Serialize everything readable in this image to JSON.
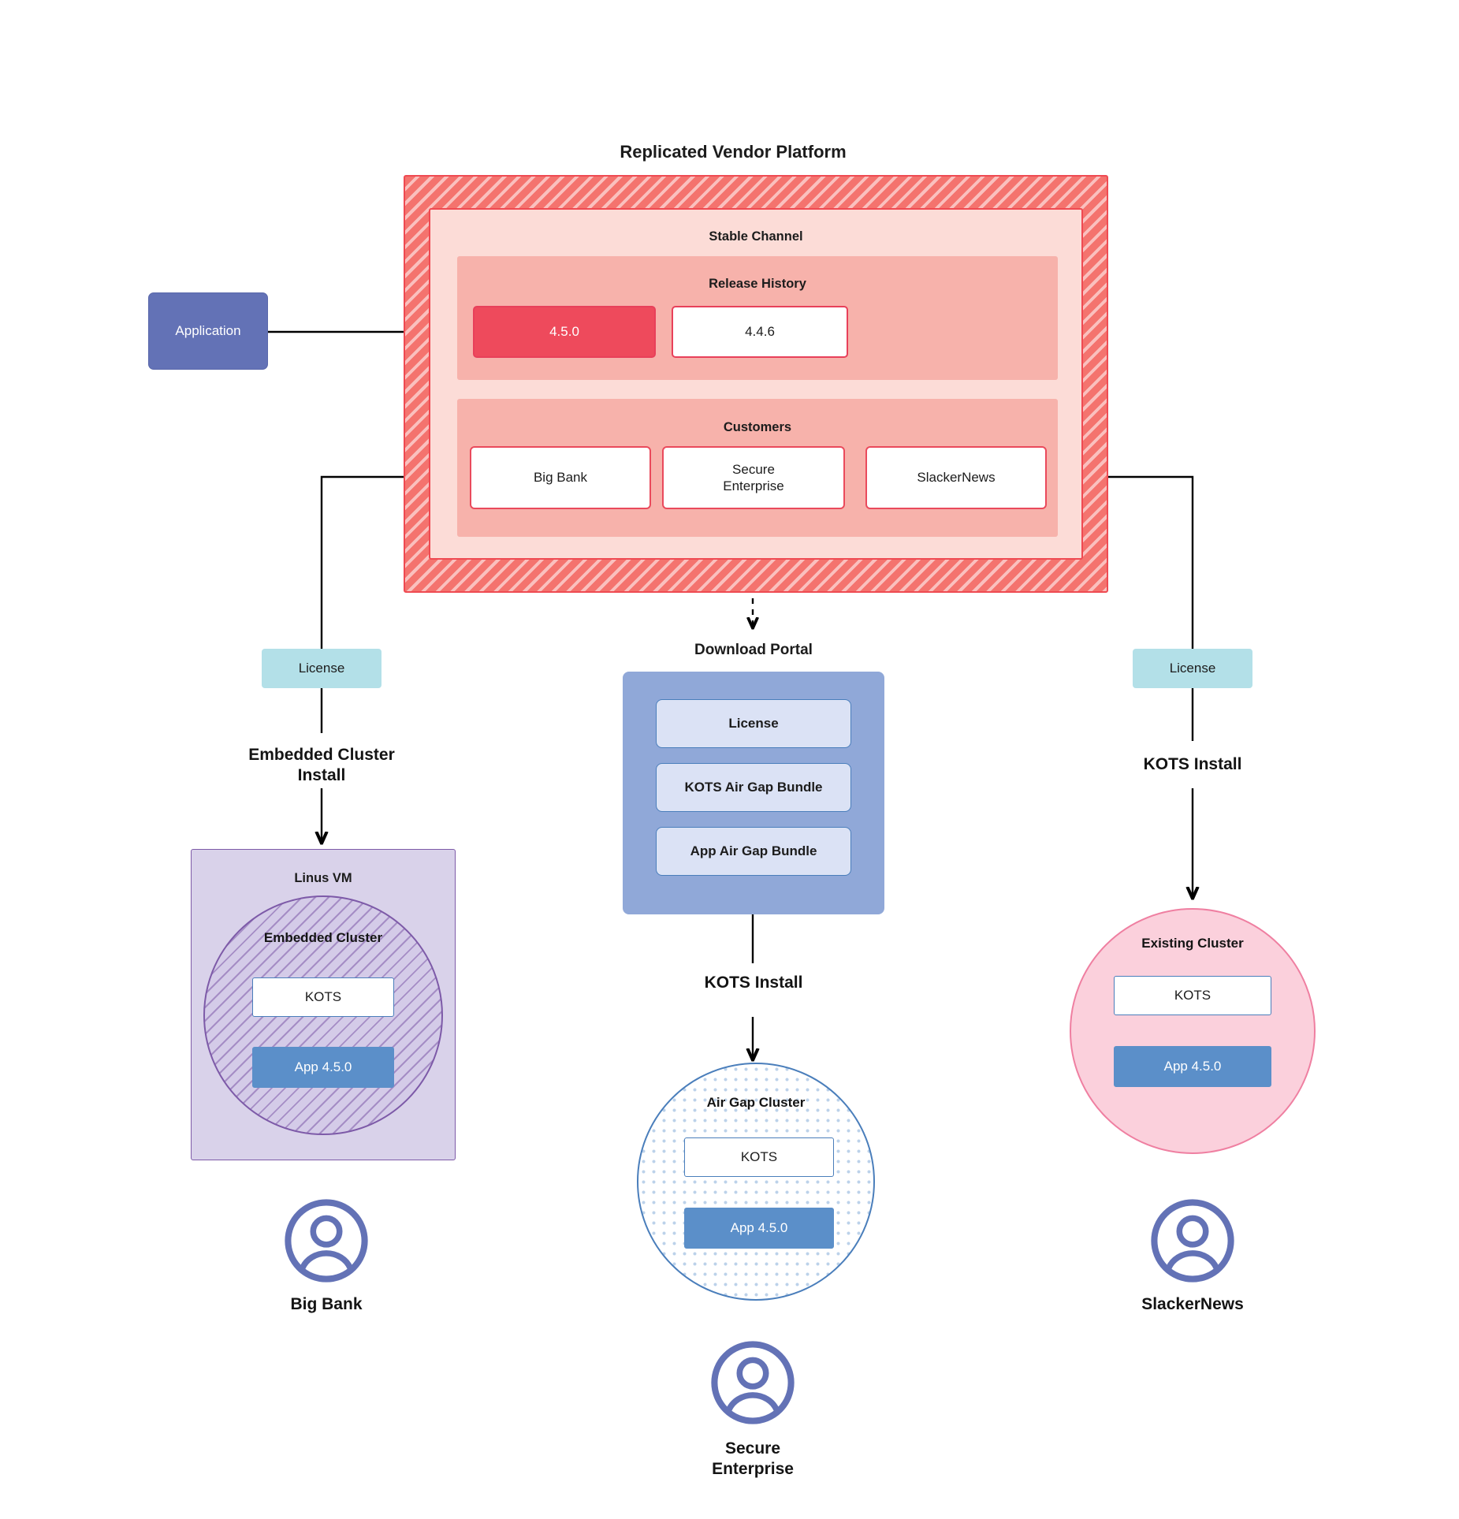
{
  "diagram": {
    "title": "Replicated Vendor Platform",
    "accent_red": "#ef4a52",
    "accent_blue": "#5b8fc9",
    "accent_purple": "#6372b6",
    "accent_teal": "#b3e0e8"
  },
  "application": {
    "label": "Application"
  },
  "platform": {
    "channel_title": "Stable Channel",
    "release_history": {
      "title": "Release History",
      "releases": [
        {
          "version": "4.5.0",
          "state": "current"
        },
        {
          "version": "4.4.6",
          "state": "previous"
        }
      ]
    },
    "customers": {
      "title": "Customers",
      "items": [
        {
          "name": "Big Bank"
        },
        {
          "name": "Secure\nEnterprise"
        },
        {
          "name": "SlackerNews"
        }
      ]
    }
  },
  "left_branch": {
    "license_label": "License",
    "install_label": "Embedded Cluster\nInstall",
    "vm_title": "Linus VM",
    "cluster_title": "Embedded Cluster",
    "kots_label": "KOTS",
    "app_label": "App 4.5.0",
    "customer_label": "Big Bank",
    "avatar_icon": "user-avatar-icon"
  },
  "center_branch": {
    "portal_title": "Download  Portal",
    "portal_items": [
      {
        "label": "License"
      },
      {
        "label": "KOTS Air Gap Bundle"
      },
      {
        "label": "App Air Gap Bundle"
      }
    ],
    "install_label": "KOTS Install",
    "cluster_title": "Air Gap Cluster",
    "kots_label": "KOTS",
    "app_label": "App 4.5.0",
    "customer_label": "Secure\nEnterprise",
    "avatar_icon": "user-avatar-icon"
  },
  "right_branch": {
    "license_label": "License",
    "install_label": "KOTS Install",
    "cluster_title": "Existing Cluster",
    "kots_label": "KOTS",
    "app_label": "App 4.5.0",
    "customer_label": "SlackerNews",
    "avatar_icon": "user-avatar-icon"
  }
}
